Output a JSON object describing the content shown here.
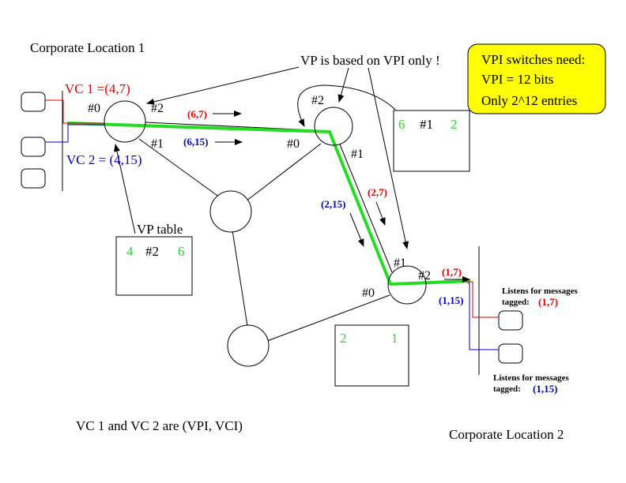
{
  "labels": {
    "corp1": "Corporate Location 1",
    "corp2": "Corporate Location 2",
    "vp_note": "VP is based on VPI only !",
    "vc_note": "VC 1 and VC 2 are (VPI, VCI)",
    "vc1": "VC 1 =(4,7)",
    "vc2": "VC 2 = (4,15)",
    "vp_table_title": "VP table",
    "listen1": "Listens for messages",
    "listen1b": "tagged:",
    "listen1_tag": "(1,7)",
    "listen2": "Listens for messages",
    "listen2b": "tagged:",
    "listen2_tag": "(1,15)"
  },
  "callout": {
    "line1": "VPI switches need:",
    "line2": "VPI = 12 bits",
    "line3": "Only 2^12 entries",
    "fill": "#ffff00"
  },
  "ports": {
    "s1_p0": "#0",
    "s1_p2": "#2",
    "s1_p1": "#1",
    "s2_p2": "#2",
    "s2_p0": "#0",
    "s2_p1": "#1",
    "s3_p1": "#1",
    "s3_p2": "#2",
    "s3_p0": "#0"
  },
  "tags": {
    "t67": "(6,7)",
    "t615": "(6,15)",
    "t27": "(2,7)",
    "t215": "(2,15)",
    "t17": "(1,7)",
    "t115": "(1,15)"
  },
  "tables": {
    "vp1": {
      "in": "4",
      "port": "#2",
      "out": "6"
    },
    "vp2": {
      "in": "6",
      "port": "#1",
      "out": "2"
    },
    "vp3": {
      "in": "2",
      "port": "",
      "out": "1"
    }
  },
  "colors": {
    "path": "#22dd22",
    "vc1": "#e00000",
    "vc2": "#0000cc"
  }
}
